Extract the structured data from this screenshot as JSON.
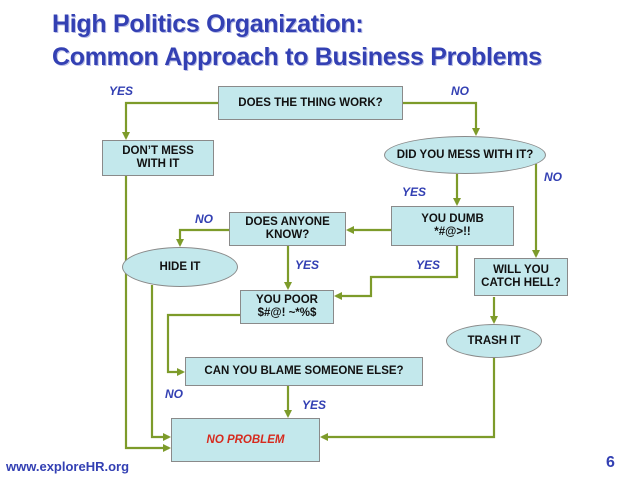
{
  "title": {
    "line1": "High Politics Organization:",
    "line2": "Common Approach to Business Problems"
  },
  "nodes": {
    "does_work": "DOES THE  THING WORK?",
    "dont_mess": "DON’T MESS\nWITH IT",
    "did_mess": "DID YOU MESS WITH IT?",
    "does_anyone": "DOES ANYONE\nKNOW?",
    "you_dumb": "YOU DUMB\n*#@>!!",
    "hide_it": "HIDE IT",
    "will_you": "WILL YOU\nCATCH HELL?",
    "you_poor": "YOU POOR\n$#@! ~*%$",
    "trash_it": "TRASH IT",
    "blame": "CAN YOU BLAME SOMEONE ELSE?",
    "no_problem": "NO PROBLEM"
  },
  "labels": {
    "yes_top": "YES",
    "no_top": "NO",
    "no_right": "NO",
    "yes_mid": "YES",
    "no_anyone": "NO",
    "yes_anyone": "YES",
    "yes_dumb": "YES",
    "no_blame": "NO",
    "yes_blame": "YES"
  },
  "footer": {
    "url": "www.exploreHR.org",
    "page": "6"
  },
  "colors": {
    "title": "#3340b3",
    "node_fill": "#c3e8ec",
    "arrow": "#7d9b2a",
    "no_problem_text": "#d62a1e"
  }
}
